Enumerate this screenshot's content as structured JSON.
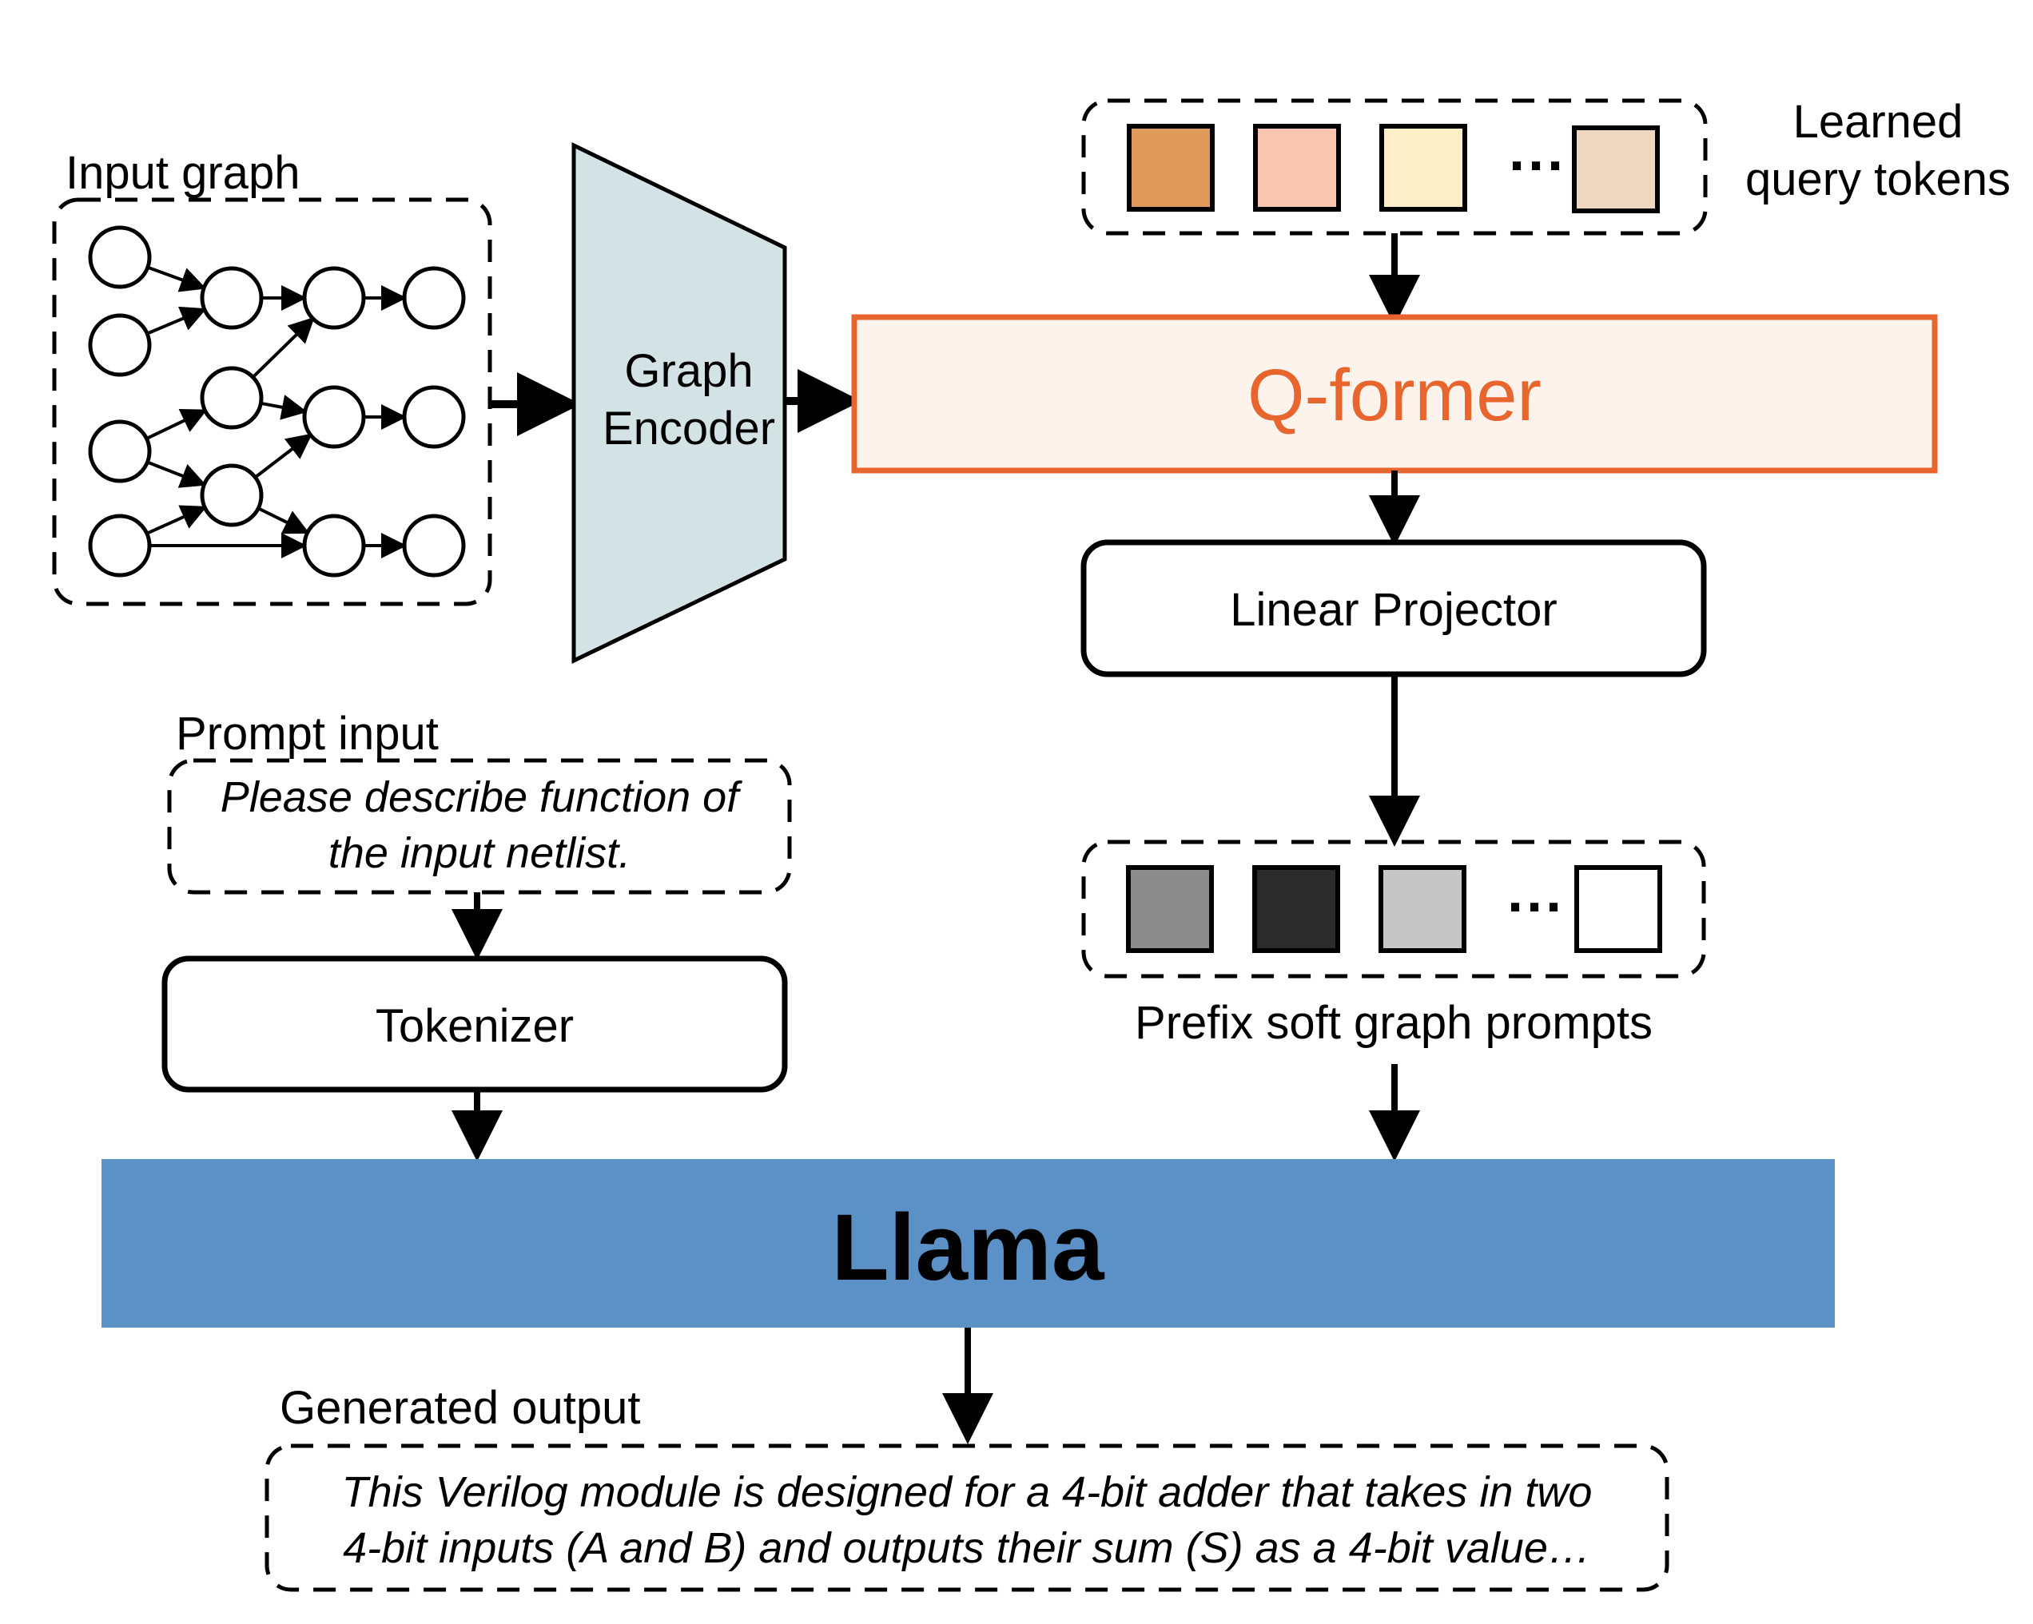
{
  "input_graph": {
    "label": "Input graph"
  },
  "graph_encoder": {
    "line1": "Graph",
    "line2": "Encoder"
  },
  "query_tokens": {
    "label_line1": "Learned",
    "label_line2": "query tokens",
    "colors": [
      "#E09A5C",
      "#F8C6B0",
      "#FCEFC8",
      "#EED8BF"
    ],
    "ellipsis": "···"
  },
  "qformer": {
    "label": "Q-former"
  },
  "linear_projector": {
    "label": "Linear Projector"
  },
  "prompt": {
    "label": "Prompt input",
    "line1": "Please describe function of",
    "line2": "the input netlist."
  },
  "tokenizer": {
    "label": "Tokenizer"
  },
  "soft_prompts": {
    "label": "Prefix soft graph prompts",
    "colors": [
      "#8C8C8C",
      "#2B2B2B",
      "#C6C6C6",
      "#FFFFFF"
    ],
    "ellipsis": "···"
  },
  "llama": {
    "label": "Llama"
  },
  "output": {
    "label": "Generated output",
    "line1": "This Verilog module is designed for a 4-bit adder that takes in two",
    "line2": "4-bit inputs (A and B) and outputs their sum (S) as a 4-bit value…"
  }
}
